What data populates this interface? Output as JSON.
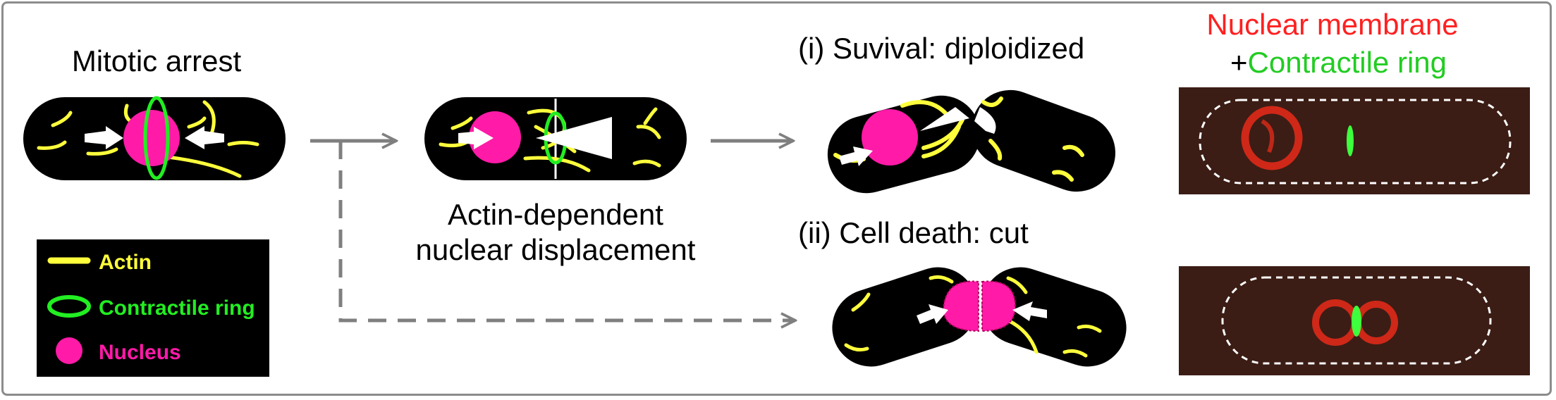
{
  "labels": {
    "mitotic_arrest": "Mitotic arrest",
    "actin_dependent_line1": "Actin-dependent",
    "actin_dependent_line2": "nuclear displacement",
    "survival": "(i) Suvival: diploidized",
    "cell_death": "(ii) Cell death: cut"
  },
  "micrograph_title": {
    "line1": "Nuclear membrane",
    "plus": "+",
    "line2": "Contractile ring"
  },
  "legend": {
    "items": [
      {
        "label": "Actin",
        "icon": "actin-line-icon",
        "color": "#ffff3c"
      },
      {
        "label": "Contractile ring",
        "icon": "contractile-ring-icon",
        "color": "#22ee22"
      },
      {
        "label": "Nucleus",
        "icon": "nucleus-icon",
        "color": "#ff1aa8"
      }
    ]
  },
  "colors": {
    "actin": "#ffff3c",
    "ring": "#22ee22",
    "nucleus": "#ff1aa8",
    "cell": "#000000",
    "arrow": "#7f7f7f",
    "nuclear_membrane_text": "#ff2020",
    "contractile_ring_text": "#22cc22"
  }
}
